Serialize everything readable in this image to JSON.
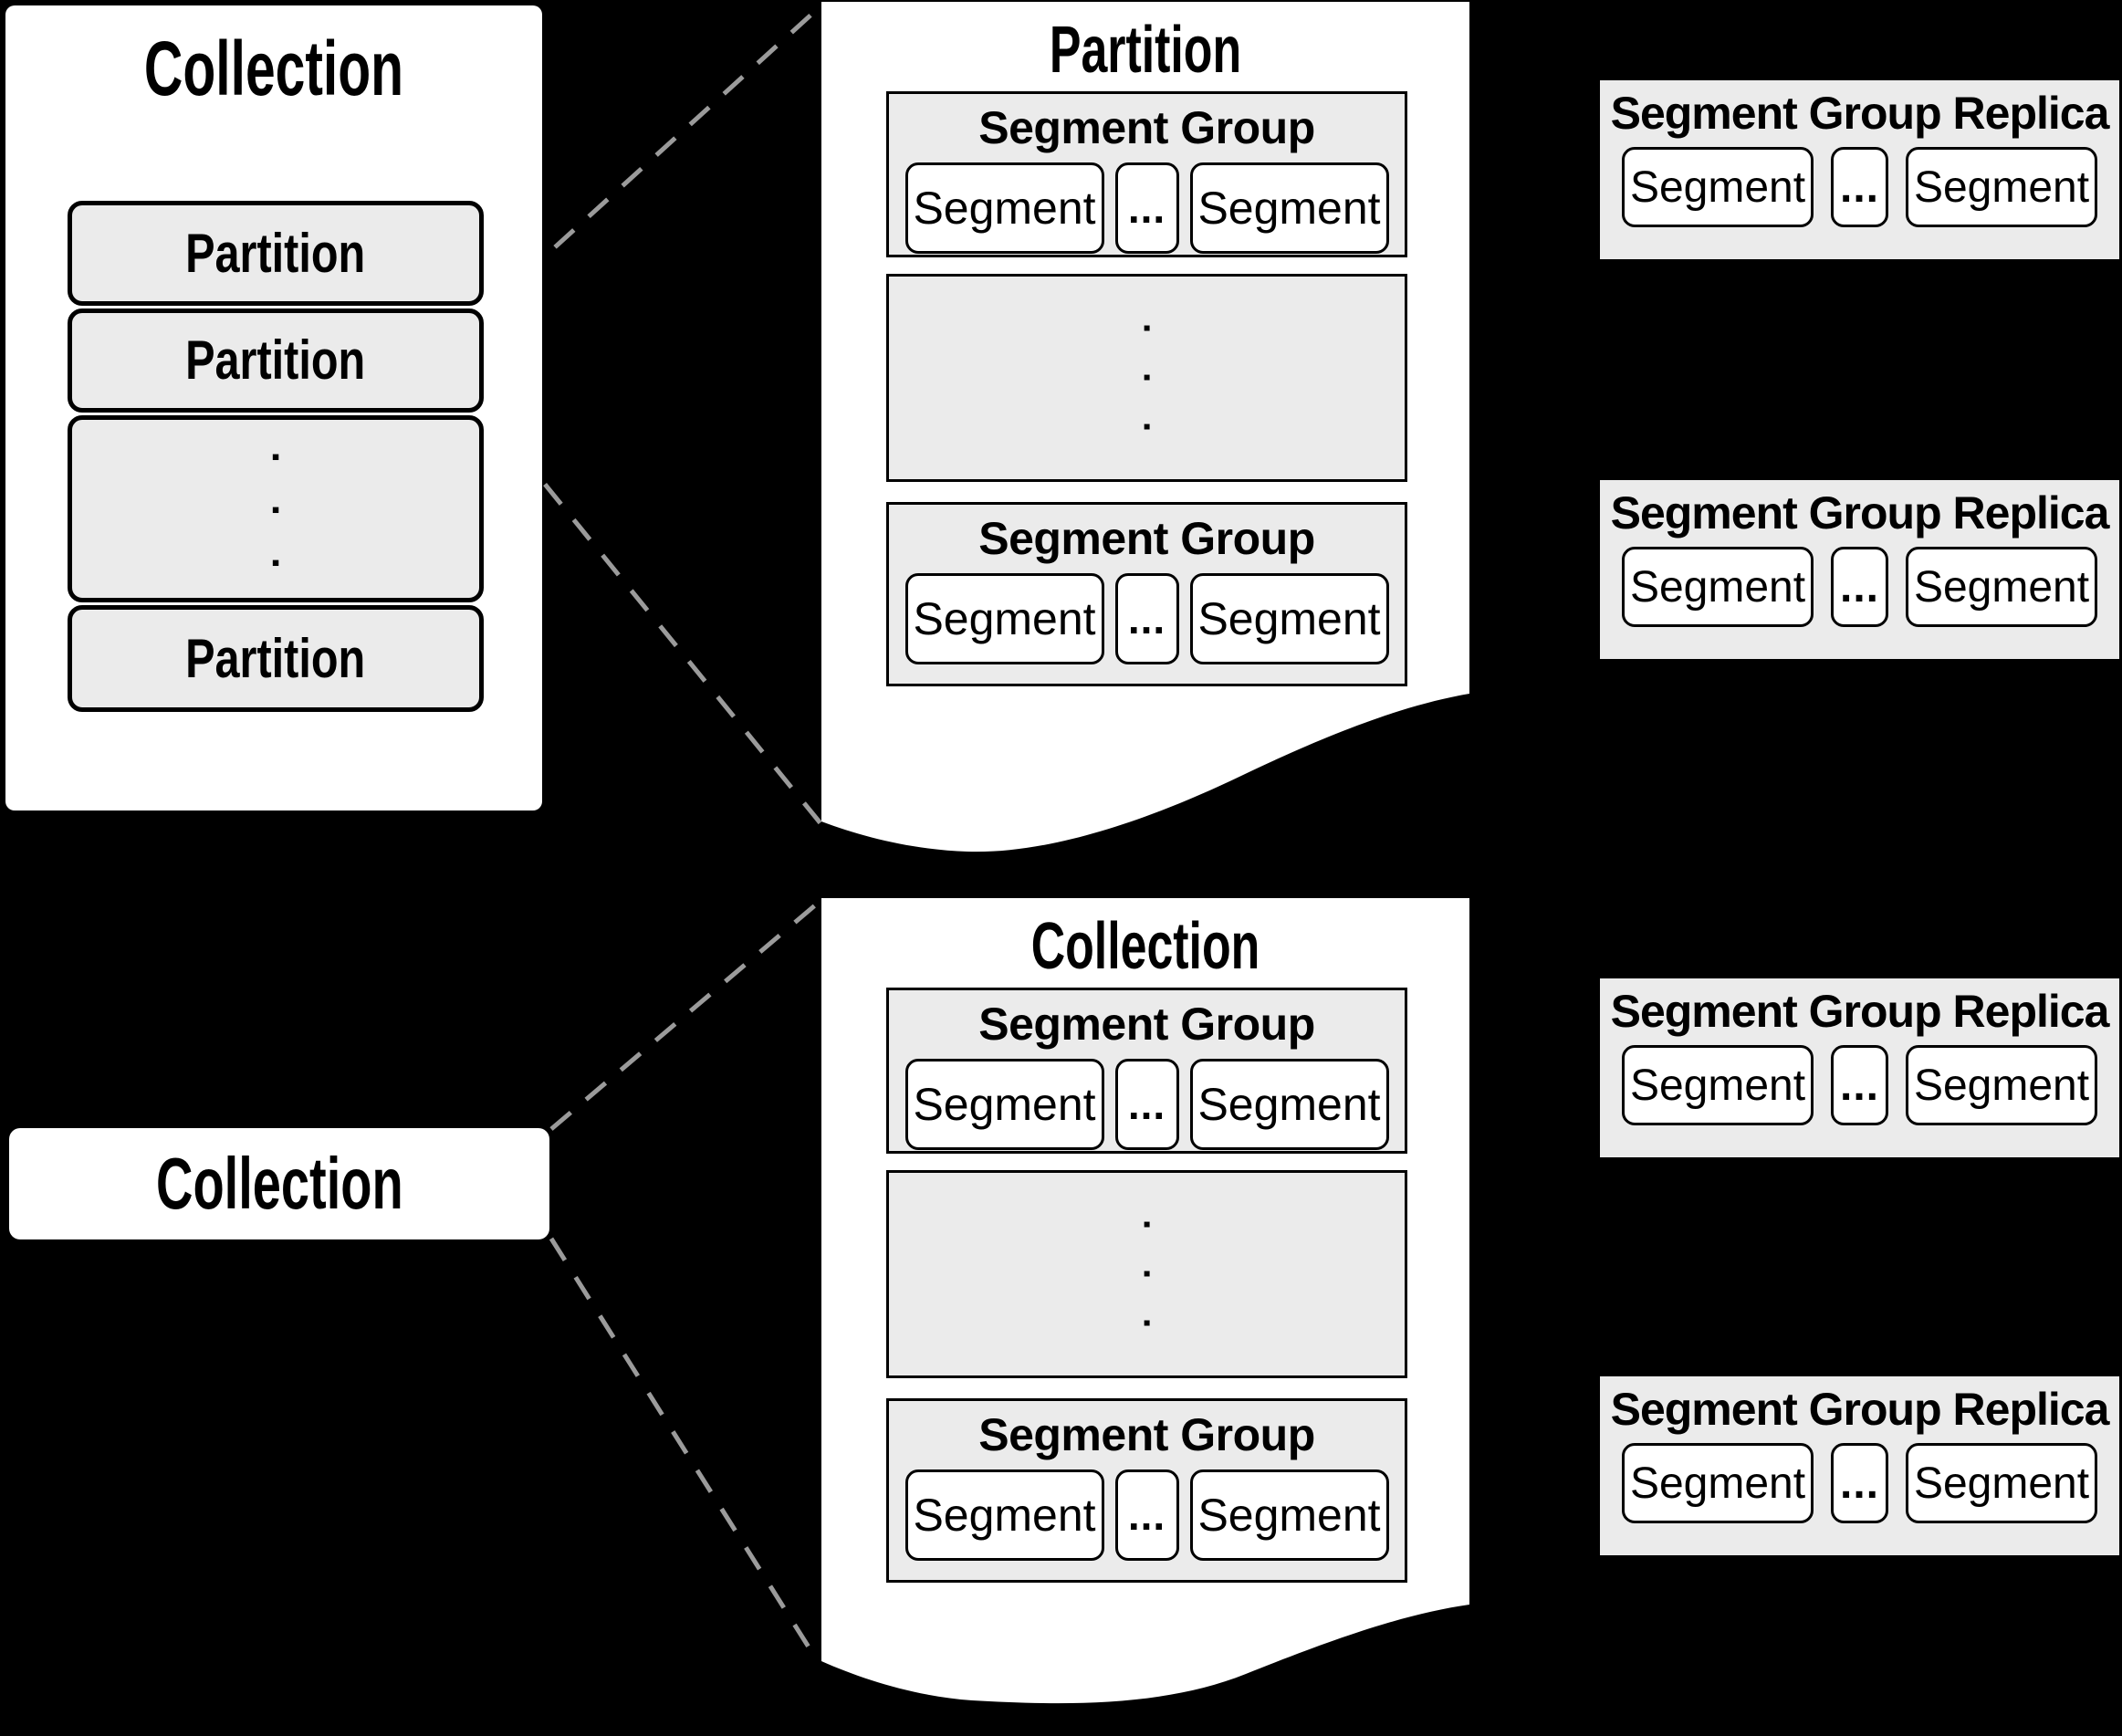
{
  "colors": {
    "background": "#000000",
    "panel_fill": "#ffffff",
    "box_fill": "#ebebeb",
    "stroke": "#000000",
    "connector_dash": "#9b9b9b"
  },
  "glyphs": {
    "dot": "▪"
  },
  "overview_card": {
    "title": "Collection",
    "rows": [
      "Partition",
      "Partition",
      "Partition"
    ]
  },
  "panels": [
    {
      "title": "Partition",
      "groups": [
        {
          "title": "Segment Group",
          "segments": [
            "Segment",
            "Segment"
          ],
          "ellipsis": "..."
        },
        {
          "title": "Segment Group",
          "segments": [
            "Segment",
            "Segment"
          ],
          "ellipsis": "..."
        }
      ]
    },
    {
      "title": "Collection",
      "groups": [
        {
          "title": "Segment Group",
          "segments": [
            "Segment",
            "Segment"
          ],
          "ellipsis": "..."
        },
        {
          "title": "Segment Group",
          "segments": [
            "Segment",
            "Segment"
          ],
          "ellipsis": "..."
        }
      ]
    }
  ],
  "replicas": [
    {
      "title": "Segment Group Replica",
      "segments": [
        "Segment",
        "Segment"
      ],
      "ellipsis": "..."
    },
    {
      "title": "Segment Group Replica",
      "segments": [
        "Segment",
        "Segment"
      ],
      "ellipsis": "..."
    },
    {
      "title": "Segment Group Replica",
      "segments": [
        "Segment",
        "Segment"
      ],
      "ellipsis": "..."
    },
    {
      "title": "Segment Group Replica",
      "segments": [
        "Segment",
        "Segment"
      ],
      "ellipsis": "..."
    }
  ],
  "compact_card": {
    "title": "Collection"
  }
}
